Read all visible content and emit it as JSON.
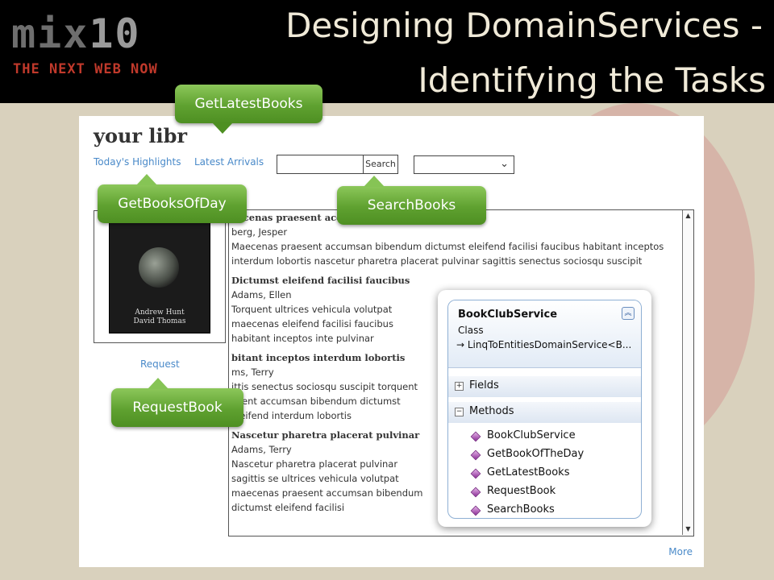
{
  "slide": {
    "logo_mark": "mix",
    "logo_number": "10",
    "logo_tagline": "THE NEXT WEB NOW",
    "title_line1": "Designing DomainServices -",
    "title_line2": "Identifying the Tasks"
  },
  "sketch": {
    "app_title": "your libr",
    "nav": {
      "highlights": "Today's Highlights",
      "arrivals": "Latest Arrivals"
    },
    "search": {
      "button_label": "Search",
      "select_chevron": "⌄"
    },
    "cover": {
      "authors_line1": "Andrew Hunt",
      "authors_line2": "David Thomas"
    },
    "request_label": "Request",
    "more_label": "More",
    "books": [
      {
        "title": "aecenas praesent acc",
        "author": "berg, Jesper",
        "body": "Maecenas praesent accumsan bibendum dictumst eleifend facilisi faucibus habitant inceptos interdum lobortis nascetur pharetra placerat pulvinar sagittis senectus sociosqu suscipit"
      },
      {
        "title": "Dictumst eleifend facilisi faucibus",
        "author": "Adams, Ellen",
        "body": "Torquent ultrices vehicula volutpat maecenas eleifend facilisi faucibus habitant inceptos inte pulvinar"
      },
      {
        "title": "bitant inceptos interdum lobortis",
        "author": "ms, Terry",
        "body": "ittis senectus sociosqu suscipit torquent esent accumsan bibendum dictumst eleifend interdum lobortis"
      },
      {
        "title": "Nascetur pharetra placerat pulvinar",
        "author": "Adams, Terry",
        "body": "Nascetur pharetra placerat pulvinar sagittis se ultrices vehicula volutpat maecenas praesent accumsan bibendum dictumst eleifend facilisi"
      }
    ]
  },
  "class_diagram": {
    "name": "BookClubService",
    "kind": "Class",
    "base": "→ LinqToEntitiesDomainService<B...",
    "collapse_glyph": "︽",
    "fields_label": "Fields",
    "fields_toggle": "+",
    "methods_label": "Methods",
    "methods_toggle": "−",
    "methods": [
      "BookClubService",
      "GetBookOfTheDay",
      "GetLatestBooks",
      "RequestBook",
      "SearchBooks"
    ]
  },
  "callouts": {
    "latest": "GetLatestBooks",
    "ofday": "GetBooksOfDay",
    "search": "SearchBooks",
    "request": "RequestBook"
  },
  "colors": {
    "callout_green": "#5fa130",
    "link_blue": "#4a8ac9",
    "logo_red": "#c0392b"
  }
}
